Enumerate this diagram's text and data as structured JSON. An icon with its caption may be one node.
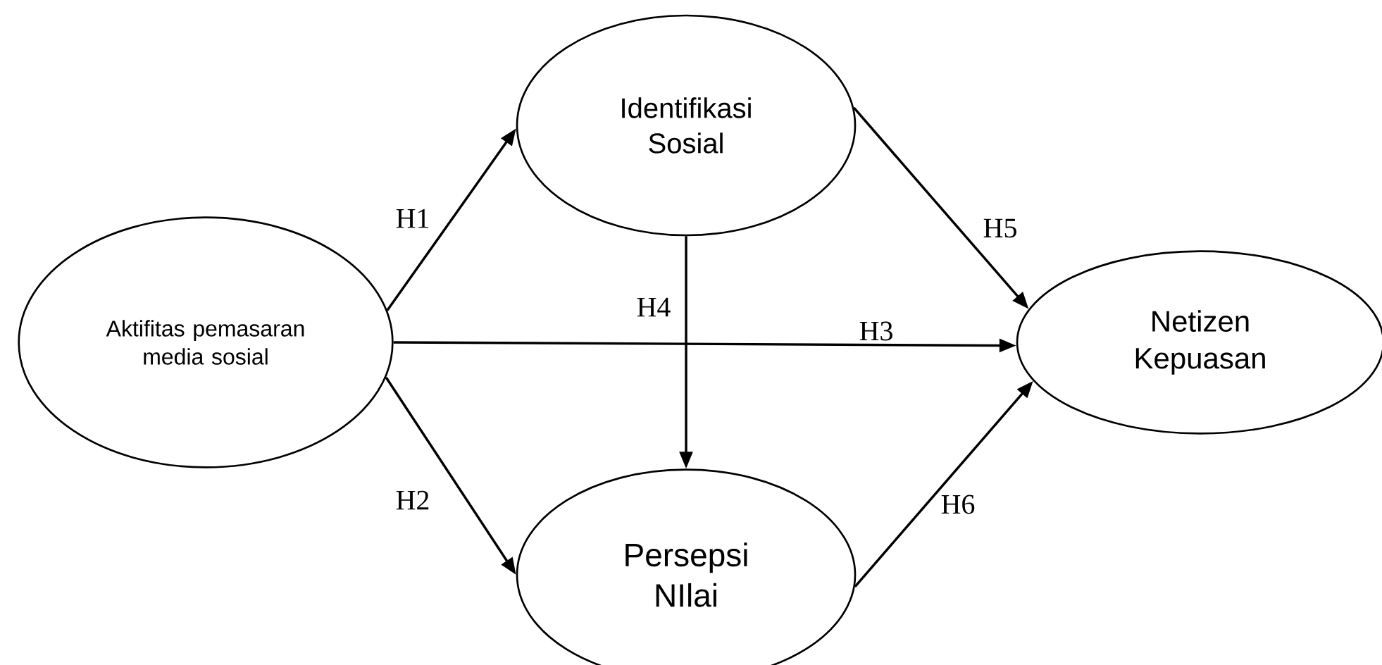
{
  "diagram": {
    "nodes": [
      {
        "text": [
          "Aktifitas pemasaran media sosial"
        ]
      },
      {
        "text": [
          "Identifikasi Sosial"
        ]
      },
      {
        "text": [
          "Persepsi NIlai"
        ]
      },
      {
        "text": [
          "Netizen Kepuasan"
        ]
      }
    ],
    "edges": [
      {
        "from": 0,
        "to": 1,
        "arrow": "to",
        "label": "H1"
      },
      {
        "from": 0,
        "to": 2,
        "arrow": "to",
        "label": "H2"
      },
      {
        "from": 0,
        "to": 3,
        "arrow": "to",
        "label": "H3"
      },
      {
        "from": 1,
        "to": 2,
        "arrow": "to",
        "label": "H4"
      },
      {
        "from": 1,
        "to": 3,
        "arrow": "to",
        "label": "H5"
      },
      {
        "from": 2,
        "to": 3,
        "arrow": "to",
        "label": "H6"
      }
    ]
  }
}
